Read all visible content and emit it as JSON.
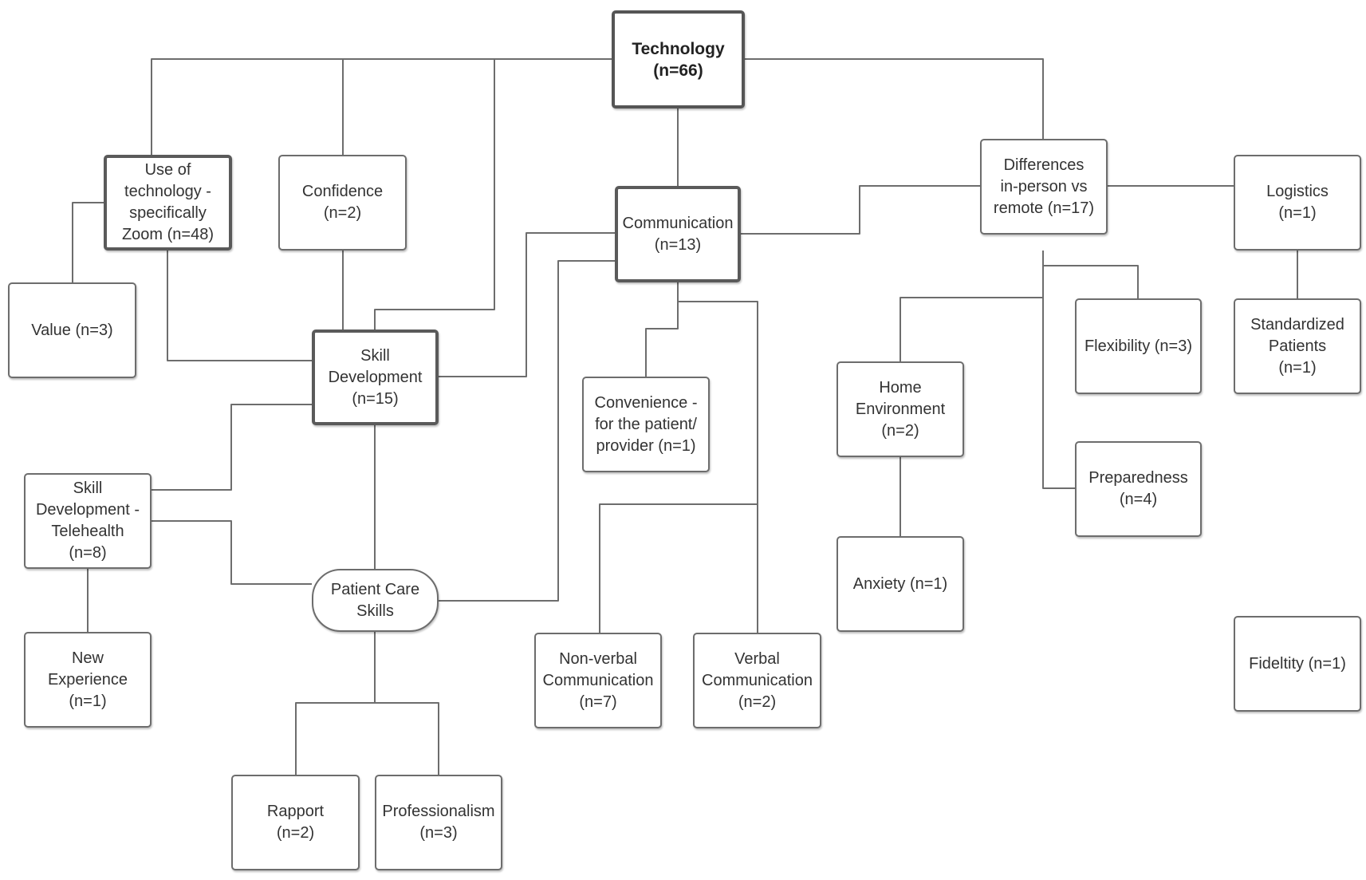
{
  "nodes": {
    "technology": "Technology\n(n=66)",
    "use_of_technology": "Use of\ntechnology -\nspecifically\nZoom (n=48)",
    "confidence": "Confidence\n(n=2)",
    "communication": "Communication\n(n=13)",
    "differences": "Differences\nin-person vs\nremote (n=17)",
    "logistics": "Logistics\n(n=1)",
    "value": "Value (n=3)",
    "skill_development": "Skill\nDevelopment\n(n=15)",
    "convenience": "Convenience -\nfor the patient/\nprovider (n=1)",
    "home_environment": "Home\nEnvironment\n(n=2)",
    "flexibility": "Flexibility (n=3)",
    "standardized_patients": "Standardized\nPatients\n(n=1)",
    "skill_development_telehealth": "Skill\nDevelopment -\nTelehealth\n(n=8)",
    "preparedness": "Preparedness\n(n=4)",
    "patient_care_skills": "Patient Care\nSkills",
    "anxiety": "Anxiety (n=1)",
    "new_experience": "New\nExperience\n(n=1)",
    "non_verbal_communication": "Non-verbal\nCommunication\n(n=7)",
    "verbal_communication": "Verbal\nCommunication\n(n=2)",
    "fideltity": "Fideltity (n=1)",
    "rapport": "Rapport\n(n=2)",
    "professionalism": "Professionalism\n(n=3)"
  },
  "colors": {
    "line": "#6d6d6d",
    "border": "#6d6d6d",
    "text": "#333333",
    "background": "#ffffff"
  }
}
